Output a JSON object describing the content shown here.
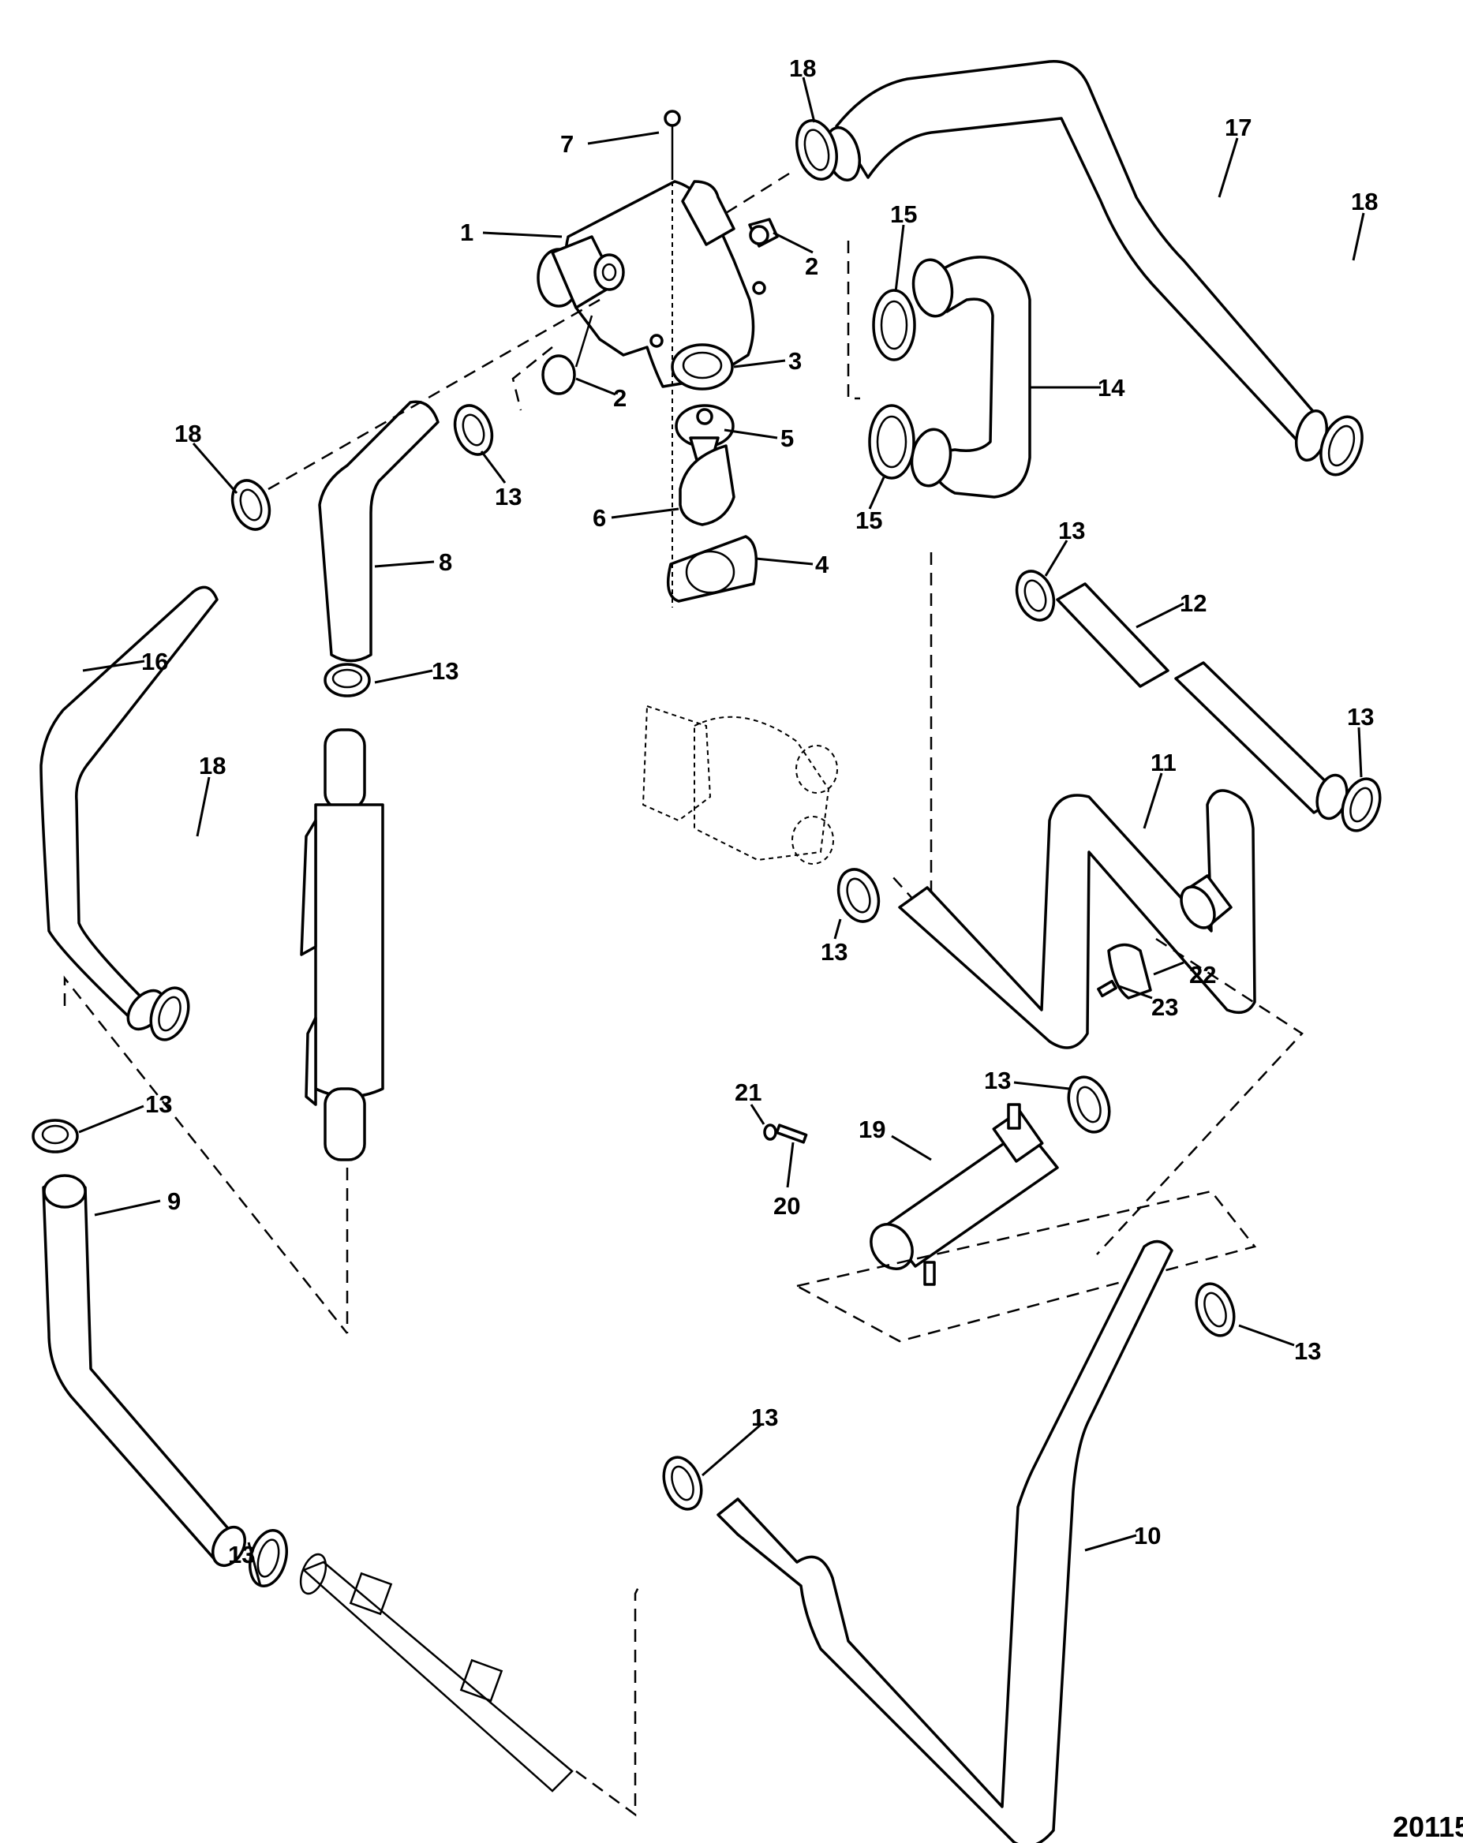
{
  "diagram": {
    "title": "Cooling system hose and component exploded view",
    "figure_number": "20115",
    "callouts": [
      {
        "id": "c18a",
        "number": "18"
      },
      {
        "id": "c7",
        "number": "7"
      },
      {
        "id": "c1",
        "number": "1"
      },
      {
        "id": "c2a",
        "number": "2"
      },
      {
        "id": "c17",
        "number": "17"
      },
      {
        "id": "c18b",
        "number": "18"
      },
      {
        "id": "c15a",
        "number": "15"
      },
      {
        "id": "c3",
        "number": "3"
      },
      {
        "id": "c2b",
        "number": "2"
      },
      {
        "id": "c14",
        "number": "14"
      },
      {
        "id": "c5",
        "number": "5"
      },
      {
        "id": "c18c",
        "number": "18"
      },
      {
        "id": "c13a",
        "number": "13"
      },
      {
        "id": "c15b",
        "number": "15"
      },
      {
        "id": "c6",
        "number": "6"
      },
      {
        "id": "c8",
        "number": "8"
      },
      {
        "id": "c4",
        "number": "4"
      },
      {
        "id": "c13b",
        "number": "13"
      },
      {
        "id": "c12",
        "number": "12"
      },
      {
        "id": "c16",
        "number": "16"
      },
      {
        "id": "c13c",
        "number": "13"
      },
      {
        "id": "c13d",
        "number": "13"
      },
      {
        "id": "c11",
        "number": "11"
      },
      {
        "id": "c18d",
        "number": "18"
      },
      {
        "id": "c13e",
        "number": "13"
      },
      {
        "id": "c22",
        "number": "22"
      },
      {
        "id": "c23",
        "number": "23"
      },
      {
        "id": "c13f",
        "number": "13"
      },
      {
        "id": "c21",
        "number": "21"
      },
      {
        "id": "c13g",
        "number": "13"
      },
      {
        "id": "c19",
        "number": "19"
      },
      {
        "id": "c9",
        "number": "9"
      },
      {
        "id": "c20",
        "number": "20"
      },
      {
        "id": "c13h",
        "number": "13"
      },
      {
        "id": "c13i",
        "number": "13"
      },
      {
        "id": "c10",
        "number": "10"
      },
      {
        "id": "c13j",
        "number": "13"
      }
    ],
    "parts": [
      {
        "number": "1",
        "depicts": "thermostat-housing"
      },
      {
        "number": "2",
        "depicts": "plug"
      },
      {
        "number": "3",
        "depicts": "seal-ring"
      },
      {
        "number": "4",
        "depicts": "gasket"
      },
      {
        "number": "5",
        "depicts": "thermostat"
      },
      {
        "number": "6",
        "depicts": "sleeve"
      },
      {
        "number": "7",
        "depicts": "screw"
      },
      {
        "number": "8",
        "depicts": "hose"
      },
      {
        "number": "9",
        "depicts": "hose"
      },
      {
        "number": "10",
        "depicts": "hose"
      },
      {
        "number": "11",
        "depicts": "hose"
      },
      {
        "number": "12",
        "depicts": "hose"
      },
      {
        "number": "13",
        "depicts": "hose-clamp"
      },
      {
        "number": "14",
        "depicts": "hose"
      },
      {
        "number": "15",
        "depicts": "hose-clamp"
      },
      {
        "number": "16",
        "depicts": "hose"
      },
      {
        "number": "17",
        "depicts": "hose"
      },
      {
        "number": "18",
        "depicts": "hose-clamp"
      },
      {
        "number": "19",
        "depicts": "cooler"
      },
      {
        "number": "20",
        "depicts": "screw"
      },
      {
        "number": "21",
        "depicts": "washer"
      },
      {
        "number": "22",
        "depicts": "clip"
      },
      {
        "number": "23",
        "depicts": "screw"
      }
    ]
  }
}
